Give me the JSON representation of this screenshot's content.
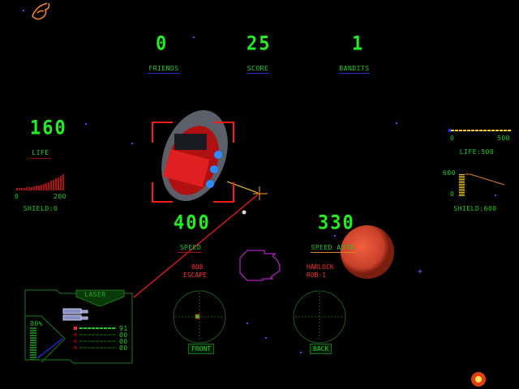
{
  "top": {
    "friends": {
      "value": "0",
      "label": "FRIENDS"
    },
    "score": {
      "value": "25",
      "label": "SCORE"
    },
    "bandits": {
      "value": "1",
      "label": "BANDITS"
    }
  },
  "player": {
    "life_value": "160",
    "life_label": "LIFE",
    "life_axis_min": "0",
    "life_axis_max": "200",
    "shield_label": "SHIELD:0"
  },
  "target": {
    "life_axis_min": "0",
    "life_axis_max": "500",
    "life_label": "LIFE:500",
    "shield_axis_max": "600",
    "shield_axis_min": "0",
    "shield_label": "SHIELD:600"
  },
  "speed": {
    "player_value": "400",
    "player_label": "SPEED",
    "target_value": "330",
    "target_label": "SPEED AUTO"
  },
  "status": {
    "player_id": "808",
    "player_mode": "ESCAPE",
    "target_name": "HARLOCK",
    "target_id": "ROB-1"
  },
  "radar": {
    "front_label": "FRONT",
    "back_label": "BACK"
  },
  "weapon": {
    "name": "LASER",
    "energy": "00%",
    "slots": [
      "91",
      "00",
      "00",
      "00"
    ]
  },
  "colors": {
    "hud_green": "#22ee22",
    "hud_red": "#ff3030",
    "bracket": "#ff2020",
    "planet": "#d8452a"
  }
}
